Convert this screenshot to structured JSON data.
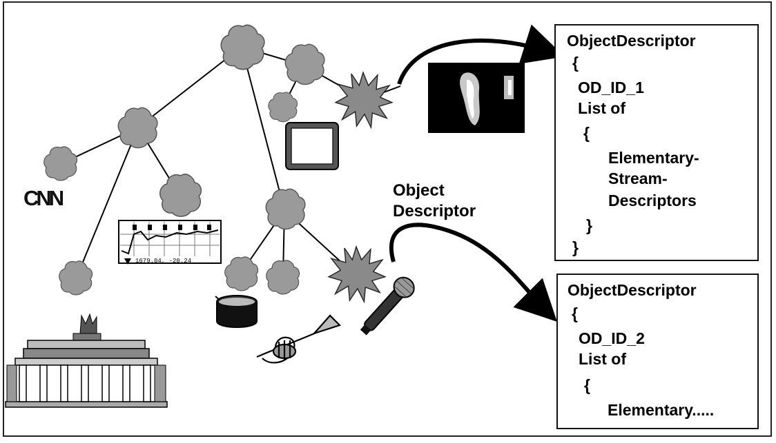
{
  "labels": {
    "object_descriptor": [
      "Object",
      "Descriptor"
    ],
    "cnn_logo": "CNN",
    "chart_ticker": "1679.04,  -20.24"
  },
  "od_boxes": [
    {
      "lines": [
        "ObjectDescriptor",
        "{",
        "OD_ID_1",
        "List of",
        "{",
        "Elementary-",
        "Stream-",
        "Descriptors",
        "}",
        "}"
      ]
    },
    {
      "lines": [
        "ObjectDescriptor",
        "{",
        "OD_ID_2",
        "List of",
        "{",
        "Elementary....."
      ]
    }
  ],
  "icons": [
    "scene-node-icon",
    "media-object-burst-icon",
    "video-frame-icon",
    "tv-monitor-icon",
    "stock-chart-icon",
    "drum-icon",
    "trumpet-icon",
    "microphone-icon",
    "brandenburg-gate-icon"
  ]
}
